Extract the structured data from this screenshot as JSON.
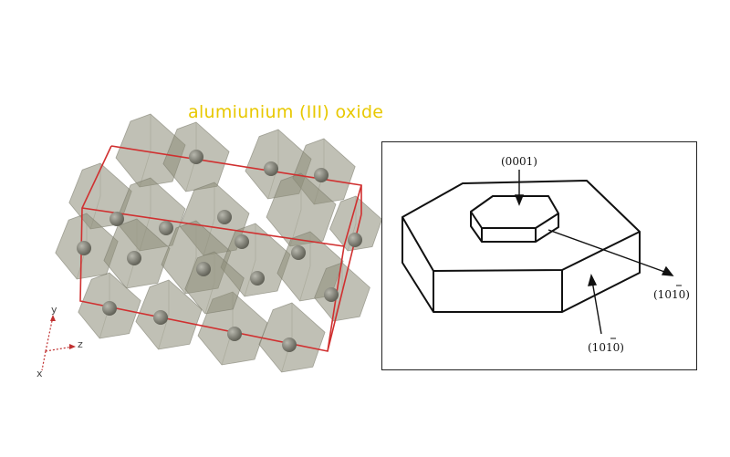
{
  "title": "alumiunium (III) oxide",
  "axes": {
    "y": "y",
    "z": "z",
    "x": "x"
  },
  "colors": {
    "title": "#e8c800",
    "unit_cell": "#d03030",
    "octahedron": "#8c8c78",
    "atom": "#6e6e64"
  },
  "habit_labels": {
    "basal": "(0001)",
    "prism_right": "(1010)",
    "prism_front": "(1010)"
  }
}
